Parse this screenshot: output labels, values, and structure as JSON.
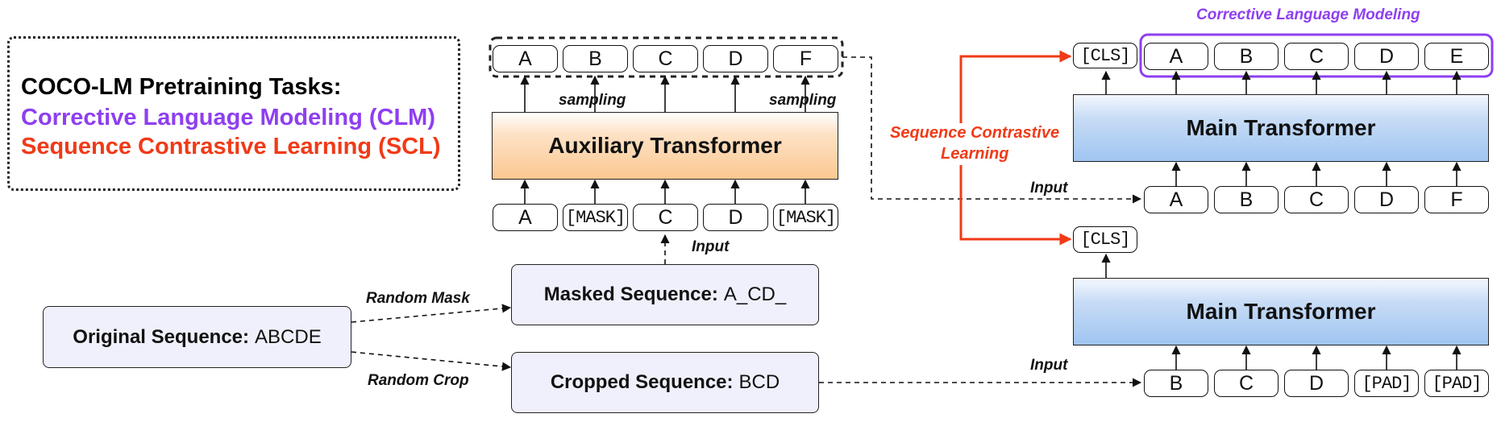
{
  "legend": {
    "title": "COCO-LM Pretraining Tasks:",
    "clm": "Corrective Language Modeling (CLM)",
    "scl": "Sequence Contrastive Learning (SCL)"
  },
  "colors": {
    "clm": "#8e3ff0",
    "scl": "#f03a17",
    "aux_fill": "#fbc891",
    "main_fill": "#9fc5f0",
    "seq_fill": "#eff0fb"
  },
  "auxiliary": {
    "title": "Auxiliary Transformer",
    "output_tokens": [
      "A",
      "B",
      "C",
      "D",
      "F"
    ],
    "input_tokens": [
      "A",
      "[MASK]",
      "C",
      "D",
      "[MASK]"
    ],
    "sampling_label_1": "sampling",
    "sampling_label_2": "sampling",
    "input_label": "Input"
  },
  "sequences": {
    "original": {
      "label": "Original Sequence:",
      "value": "ABCDE"
    },
    "masked": {
      "label": "Masked Sequence:",
      "value": "A_CD_"
    },
    "cropped": {
      "label": "Cropped Sequence:",
      "value": "BCD"
    },
    "random_mask_label": "Random Mask",
    "random_crop_label": "Random Crop"
  },
  "main_top": {
    "title": "Main Transformer",
    "clm_label": "Corrective Language Modeling",
    "output_tokens": [
      "[CLS]",
      "A",
      "B",
      "C",
      "D",
      "E"
    ],
    "input_tokens": [
      "A",
      "B",
      "C",
      "D",
      "F"
    ],
    "input_label": "Input"
  },
  "main_bottom": {
    "title": "Main Transformer",
    "output_tokens": [
      "[CLS]"
    ],
    "input_tokens": [
      "B",
      "C",
      "D",
      "[PAD]",
      "[PAD]"
    ],
    "input_label": "Input"
  },
  "scl_label_line1": "Sequence Contrastive",
  "scl_label_line2": "Learning"
}
